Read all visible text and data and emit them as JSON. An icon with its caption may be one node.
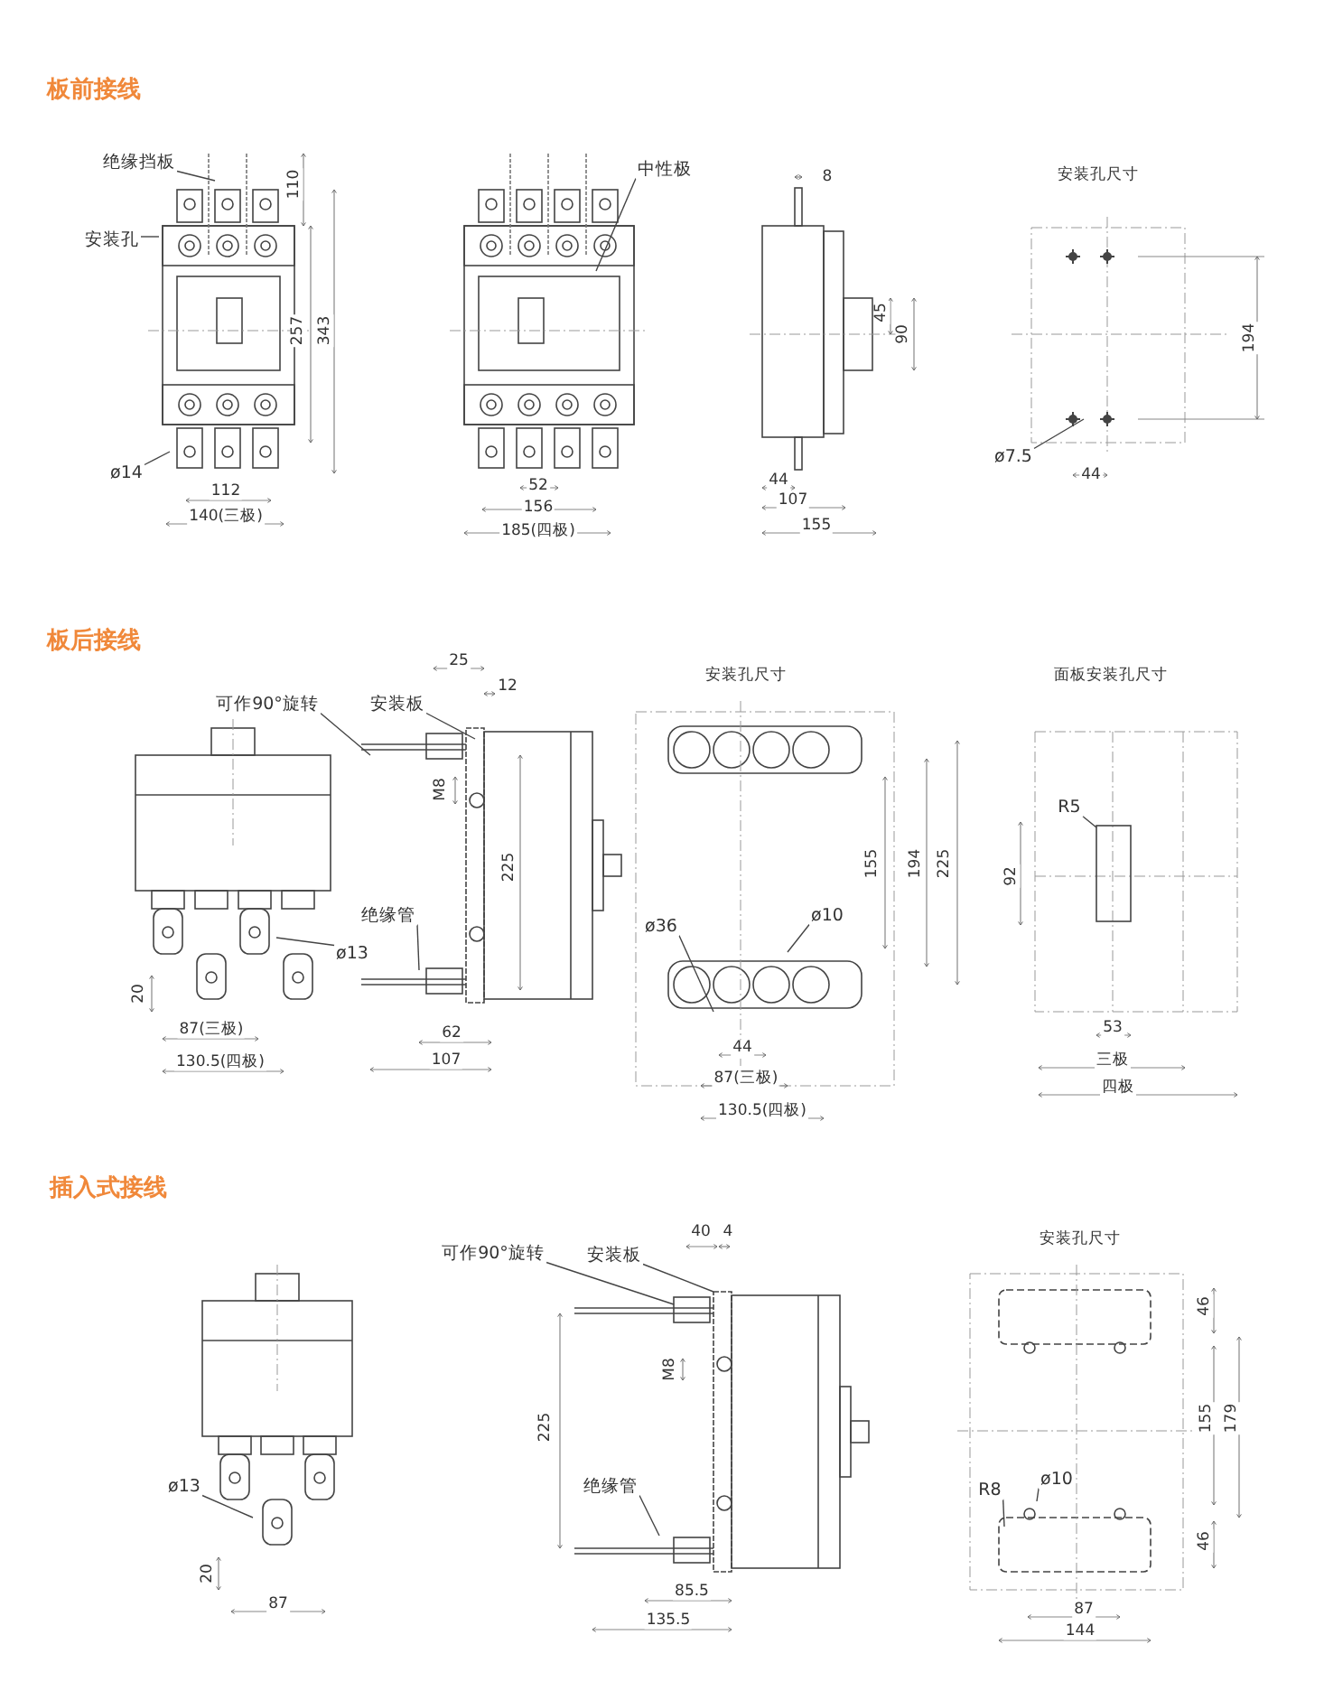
{
  "diagram": {
    "nodes": [
      {
        "text": [
          "绝缘挡板"
        ]
      },
      {
        "text": [
          "安装孔"
        ]
      },
      {
        "text": [
          "ø14"
        ]
      },
      {
        "text": [
          "中性极"
        ]
      },
      {
        "text": [
          "ø7.5"
        ]
      },
      {
        "text": [
          "可作90°旋转"
        ]
      },
      {
        "text": [
          "安装板"
        ]
      },
      {
        "text": [
          "绝缘管"
        ]
      },
      {
        "text": [
          "ø13"
        ]
      },
      {
        "text": [
          "ø36"
        ]
      },
      {
        "text": [
          "ø10"
        ]
      },
      {
        "text": [
          "R5"
        ]
      },
      {
        "text": [
          "可作90°旋转"
        ]
      },
      {
        "text": [
          "安装板"
        ]
      },
      {
        "text": [
          "绝缘管"
        ]
      },
      {
        "text": [
          "ø13"
        ]
      },
      {
        "text": [
          "R8"
        ]
      },
      {
        "text": [
          "ø10"
        ]
      },
      {
        "text": [],
        "shape": "bar"
      },
      {
        "text": [],
        "shape": "bar"
      }
    ],
    "edges": [
      {
        "from": 0,
        "to": null,
        "arrow": "none"
      },
      {
        "from": 1,
        "to": null,
        "arrow": "none"
      },
      {
        "from": 2,
        "to": null,
        "arrow": "none"
      },
      {
        "from": 3,
        "to": null,
        "arrow": "none"
      },
      {
        "from": 4,
        "to": null,
        "arrow": "none"
      },
      {
        "from": 5,
        "to": null,
        "arrow": "none"
      },
      {
        "from": 6,
        "to": null,
        "arrow": "none"
      },
      {
        "from": 7,
        "to": null,
        "arrow": "none"
      },
      {
        "from": 8,
        "to": null,
        "arrow": "none"
      },
      {
        "from": 9,
        "to": null,
        "arrow": "none"
      },
      {
        "from": 10,
        "to": null,
        "arrow": "none"
      },
      {
        "from": 11,
        "to": null,
        "arrow": "none"
      },
      {
        "from": 12,
        "to": 18,
        "arrow": "none"
      },
      {
        "from": 13,
        "to": 19,
        "arrow": "none"
      },
      {
        "from": 14,
        "to": null,
        "arrow": "none"
      },
      {
        "from": 15,
        "to": null,
        "arrow": "none"
      },
      {
        "from": 16,
        "to": null,
        "arrow": "none"
      },
      {
        "from": 17,
        "to": null,
        "arrow": "none"
      }
    ],
    "labels": [
      "板前接线",
      "110",
      "257",
      "343",
      "112",
      "140(三极)",
      "52",
      "156",
      "185(四极)",
      "8",
      "45",
      "90",
      "44",
      "107",
      "155",
      "安装孔尺寸",
      "194",
      "44",
      "板后接线",
      "25",
      "12",
      "M8",
      "225",
      "20",
      "87(三极)",
      "130.5(四极)",
      "62",
      "107",
      "安装孔尺寸",
      "155",
      "194",
      "225",
      "44",
      "87(三极)",
      "130.5(四极)",
      "面板安装孔尺寸",
      "92",
      "53",
      "三极",
      "四极",
      "插入式接线",
      "40",
      "4",
      "M8",
      "225",
      "20",
      "87",
      "85.5",
      "135.5",
      "安装孔尺寸",
      "46",
      "155",
      "179",
      "46",
      "87",
      "144"
    ]
  }
}
